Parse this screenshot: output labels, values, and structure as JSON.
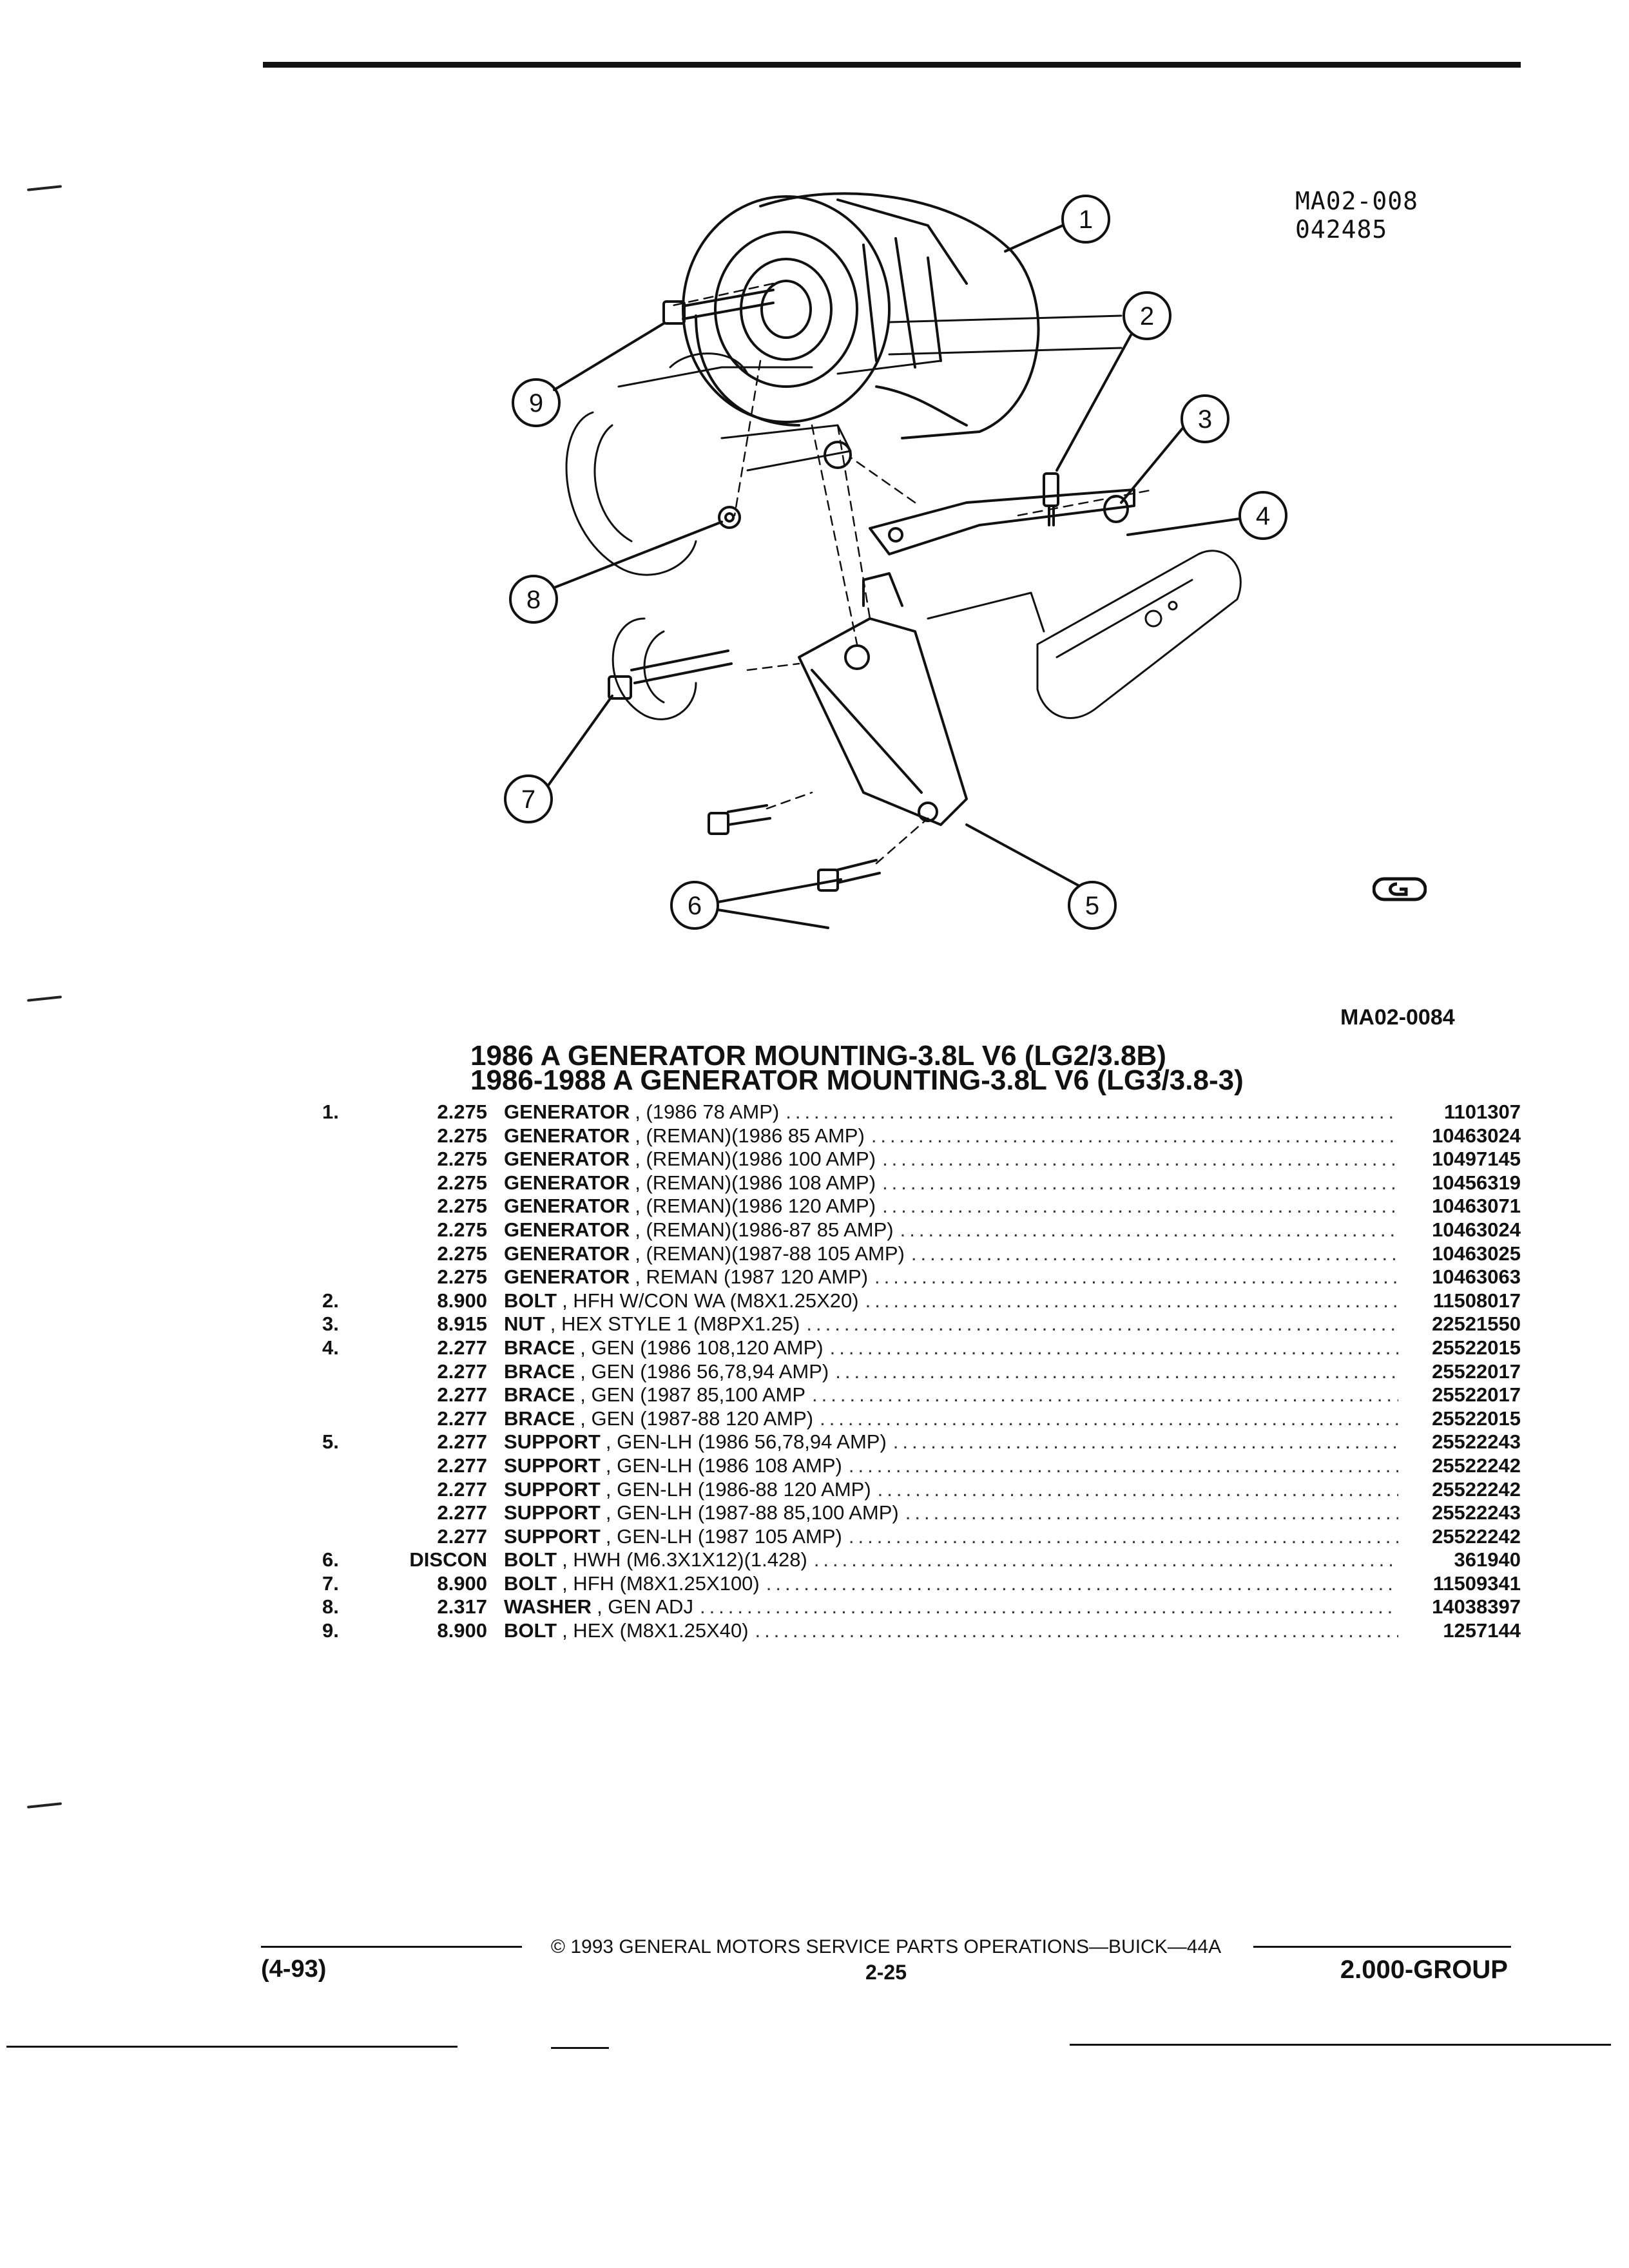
{
  "diagram": {
    "code": "MA02-008",
    "serial": "042485",
    "figure_ref": "MA02-0084",
    "callouts": [
      "1",
      "2",
      "3",
      "4",
      "5",
      "6",
      "7",
      "8",
      "9"
    ]
  },
  "titles": {
    "line1": "1986 A GENERATOR MOUNTING-3.8L V6 (LG2/3.8B)",
    "line2": "1986-1988 A GENERATOR MOUNTING-3.8L V6 (LG3/3.8-3)"
  },
  "parts": [
    {
      "item": "1.",
      "group": "2.275",
      "name": "GENERATOR",
      "desc": ", (1986 78 AMP)",
      "part": "1101307"
    },
    {
      "item": "",
      "group": "2.275",
      "name": "GENERATOR",
      "desc": ", (REMAN)(1986 85 AMP)",
      "part": "10463024"
    },
    {
      "item": "",
      "group": "2.275",
      "name": "GENERATOR",
      "desc": ", (REMAN)(1986 100 AMP)",
      "part": "10497145"
    },
    {
      "item": "",
      "group": "2.275",
      "name": "GENERATOR",
      "desc": ", (REMAN)(1986 108 AMP)",
      "part": "10456319"
    },
    {
      "item": "",
      "group": "2.275",
      "name": "GENERATOR",
      "desc": ", (REMAN)(1986 120 AMP)",
      "part": "10463071"
    },
    {
      "item": "",
      "group": "2.275",
      "name": "GENERATOR",
      "desc": ", (REMAN)(1986-87 85 AMP)",
      "part": "10463024"
    },
    {
      "item": "",
      "group": "2.275",
      "name": "GENERATOR",
      "desc": ", (REMAN)(1987-88 105 AMP)",
      "part": "10463025"
    },
    {
      "item": "",
      "group": "2.275",
      "name": "GENERATOR",
      "desc": ", REMAN (1987 120 AMP)",
      "part": "10463063"
    },
    {
      "item": "2.",
      "group": "8.900",
      "name": "BOLT",
      "desc": ", HFH W/CON WA (M8X1.25X20)",
      "part": "11508017"
    },
    {
      "item": "3.",
      "group": "8.915",
      "name": "NUT",
      "desc": ", HEX STYLE 1 (M8PX1.25)",
      "part": "22521550"
    },
    {
      "item": "4.",
      "group": "2.277",
      "name": "BRACE",
      "desc": ", GEN (1986 108,120 AMP)",
      "part": "25522015"
    },
    {
      "item": "",
      "group": "2.277",
      "name": "BRACE",
      "desc": ", GEN (1986 56,78,94 AMP)",
      "part": "25522017"
    },
    {
      "item": "",
      "group": "2.277",
      "name": "BRACE",
      "desc": ", GEN (1987 85,100 AMP",
      "part": "25522017"
    },
    {
      "item": "",
      "group": "2.277",
      "name": "BRACE",
      "desc": ", GEN (1987-88 120 AMP)",
      "part": "25522015"
    },
    {
      "item": "5.",
      "group": "2.277",
      "name": "SUPPORT",
      "desc": ", GEN-LH (1986 56,78,94 AMP)",
      "part": "25522243"
    },
    {
      "item": "",
      "group": "2.277",
      "name": "SUPPORT",
      "desc": ", GEN-LH (1986 108 AMP)",
      "part": "25522242"
    },
    {
      "item": "",
      "group": "2.277",
      "name": "SUPPORT",
      "desc": ", GEN-LH (1986-88 120 AMP)",
      "part": "25522242"
    },
    {
      "item": "",
      "group": "2.277",
      "name": "SUPPORT",
      "desc": ", GEN-LH (1987-88 85,100 AMP)",
      "part": "25522243"
    },
    {
      "item": "",
      "group": "2.277",
      "name": "SUPPORT",
      "desc": ", GEN-LH (1987 105 AMP)",
      "part": "25522242"
    },
    {
      "item": "6.",
      "group": "DISCON",
      "name": "BOLT",
      "desc": ", HWH (M6.3X1X12)(1.428)",
      "part": "361940"
    },
    {
      "item": "7.",
      "group": "8.900",
      "name": "BOLT",
      "desc": ", HFH (M8X1.25X100)",
      "part": "11509341"
    },
    {
      "item": "8.",
      "group": "2.317",
      "name": "WASHER",
      "desc": ", GEN ADJ",
      "part": "14038397"
    },
    {
      "item": "9.",
      "group": "8.900",
      "name": "BOLT",
      "desc": ", HEX (M8X1.25X40)",
      "part": "1257144"
    }
  ],
  "footer": {
    "copyright": "© 1993 GENERAL MOTORS SERVICE PARTS OPERATIONS—BUICK—44A",
    "page": "2-25",
    "date": "(4-93)",
    "group": "2.000-GROUP"
  }
}
